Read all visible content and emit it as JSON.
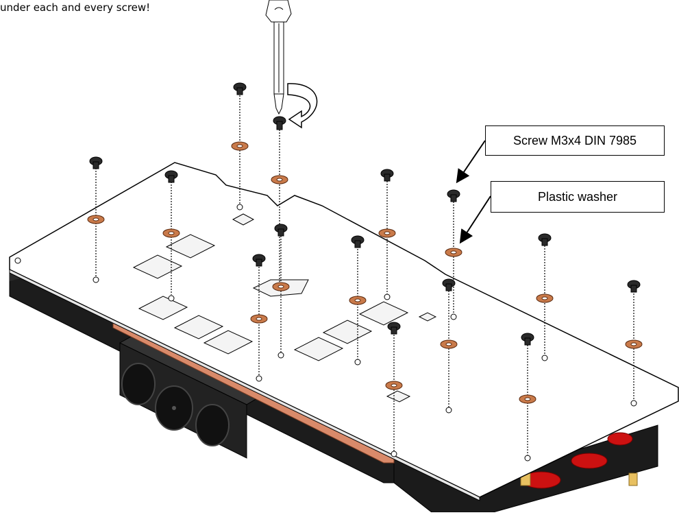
{
  "caption": "under each and every screw!",
  "labels": {
    "screw": "Screw M3x4 DIN 7985",
    "washer": "Plastic washer"
  },
  "colors": {
    "washer": "#c97a4a",
    "copper_strip": "#d98a6a",
    "block": "#1a1a1a",
    "screw": "#2a2a2a",
    "pcb": "#ffffff",
    "red_accent": "#cc1111",
    "brass": "#e8c060"
  },
  "icons": [
    "screwdriver-icon",
    "rotation-arrow-icon"
  ]
}
